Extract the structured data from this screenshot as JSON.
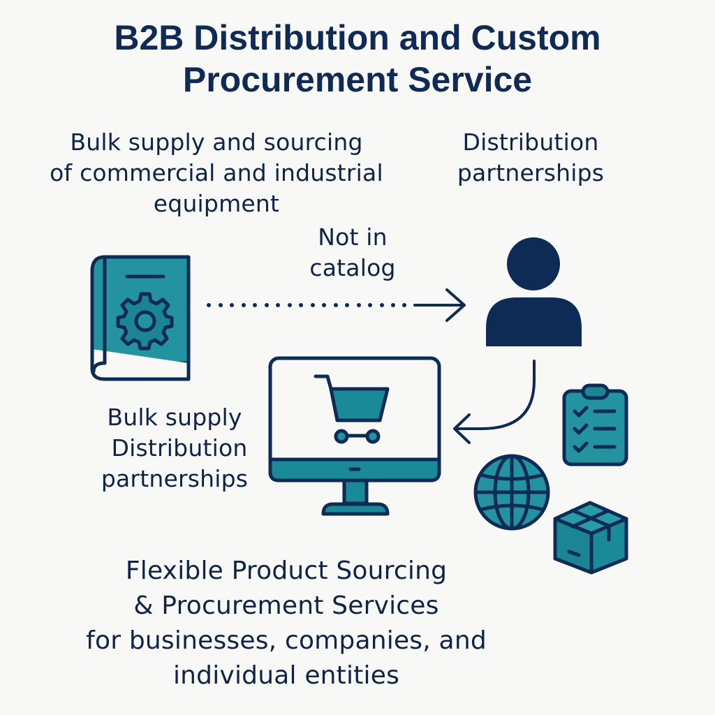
{
  "title": {
    "lines": [
      "B2B Distribution and Custom",
      "Procurement Service"
    ]
  },
  "labels": {
    "top_left": [
      "Bulk supply and sourcing",
      "of commercial and industrial",
      "equipment"
    ],
    "top_right": [
      "Distribution",
      "partnerships"
    ],
    "arrow_label": [
      "Not in",
      "catalog"
    ],
    "mid_left": [
      "Bulk supply",
      "Distribution",
      "partnerships"
    ],
    "bottom": [
      "Flexible Product Sourcing",
      "& Procurement Services",
      "for businesses, companies, and",
      "individual entities"
    ]
  },
  "icons": {
    "catalog_book": "book-gear-icon",
    "person": "user-icon",
    "computer": "monitor-shopping-cart-icon",
    "clipboard": "clipboard-checklist-icon",
    "globe": "globe-icon",
    "package": "package-box-icon",
    "dotted_arrow": "dotted-arrow-right-icon",
    "curved_arrow": "curved-arrow-left-icon"
  },
  "colors": {
    "navy": "#0d2b55",
    "teal": "#23939f",
    "teal_dark": "#0e7f90",
    "background": "#f8f8f6"
  }
}
